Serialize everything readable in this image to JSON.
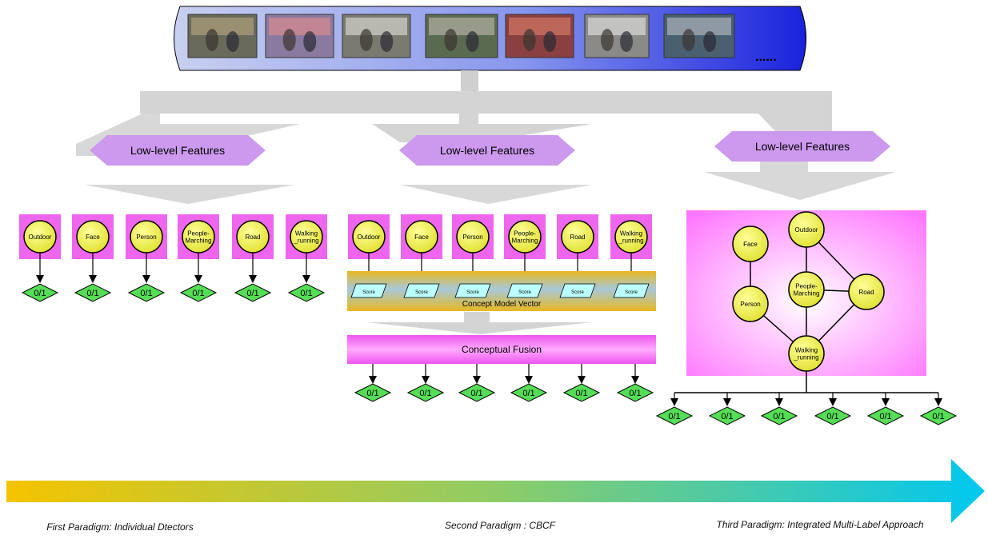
{
  "filmstrip": {
    "ellipsis": "......",
    "frames": [
      "Frame 1",
      "Frame 2",
      "Frame 3",
      "Frame 4",
      "Frame 5",
      "Frame 6",
      "Frame 7"
    ]
  },
  "feature_label": "Low-level Features",
  "concepts": [
    "Outdoor",
    "Face",
    "Person",
    "People-\nMarching",
    "Road",
    "Walking\n_running"
  ],
  "output_label": "0/1",
  "score_label": "Score",
  "concept_model_vector": "Concept Model Vector",
  "conceptual_fusion": "Conceptual Fusion",
  "graph": {
    "nodes": [
      "Face",
      "Outdoor",
      "Person",
      "People-\nMarching",
      "Road",
      "Walking\n_running"
    ]
  },
  "paradigms": [
    "First Paradigm: Individual Dtectors",
    "Second Paradigm : CBCF",
    "Third Paradigm: Integrated Multi-Label Approach"
  ],
  "colors": {
    "concept_box": "#ee66ee",
    "concept_circle": "#eeee44",
    "output_diamond": "#55dd55",
    "feature_hex": "#cc99ee",
    "fusion_bar": "#ee66ee",
    "vector_bar": "#ddbb33",
    "score_box": "#bbffff",
    "gray_arrow": "#d0d0d0",
    "filmstrip_blue": "#1a22dd",
    "timeline_start": "#f5c400",
    "timeline_end": "#00c8f0"
  }
}
